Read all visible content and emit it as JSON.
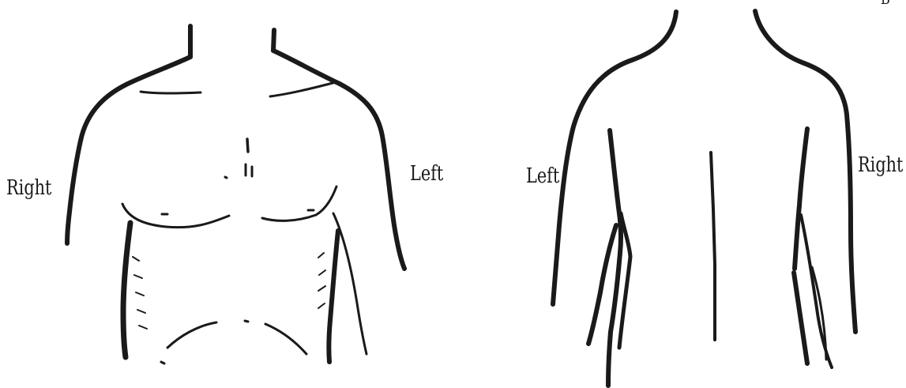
{
  "front_view": {
    "right_label": "Right",
    "left_label": "Left"
  },
  "back_view": {
    "left_label": "Left",
    "right_label": "Right"
  },
  "corner_text": "B",
  "colors": {
    "ink": "#1a1a1a",
    "paper": "#ffffff"
  }
}
